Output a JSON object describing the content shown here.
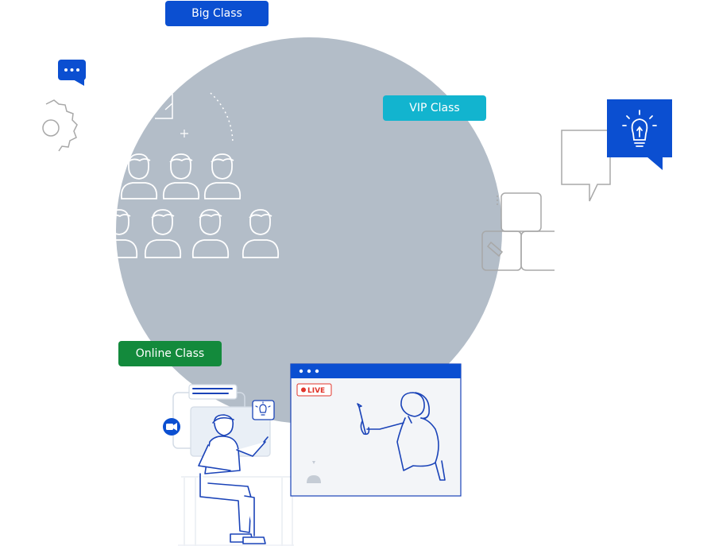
{
  "labels": {
    "big_class": "Big Class",
    "vip_class": "VIP Class",
    "online_class": "Online Class",
    "live": "LIVE"
  },
  "colors": {
    "big_class": "#0b4fd1",
    "vip_class": "#12b4cf",
    "online_class": "#138a3c",
    "circle": "#b3bdc8",
    "accent_blue": "#0b4fd1",
    "line_blue": "#1a43b8",
    "outline_gray": "#a8a8a8",
    "live_red": "#e0352b"
  },
  "icons": {
    "chat": "chat-bubble-icon",
    "gear": "gear-icon",
    "bulb": "lightbulb-icon",
    "video": "video-camera-icon",
    "pencil": "pencil-icon"
  }
}
